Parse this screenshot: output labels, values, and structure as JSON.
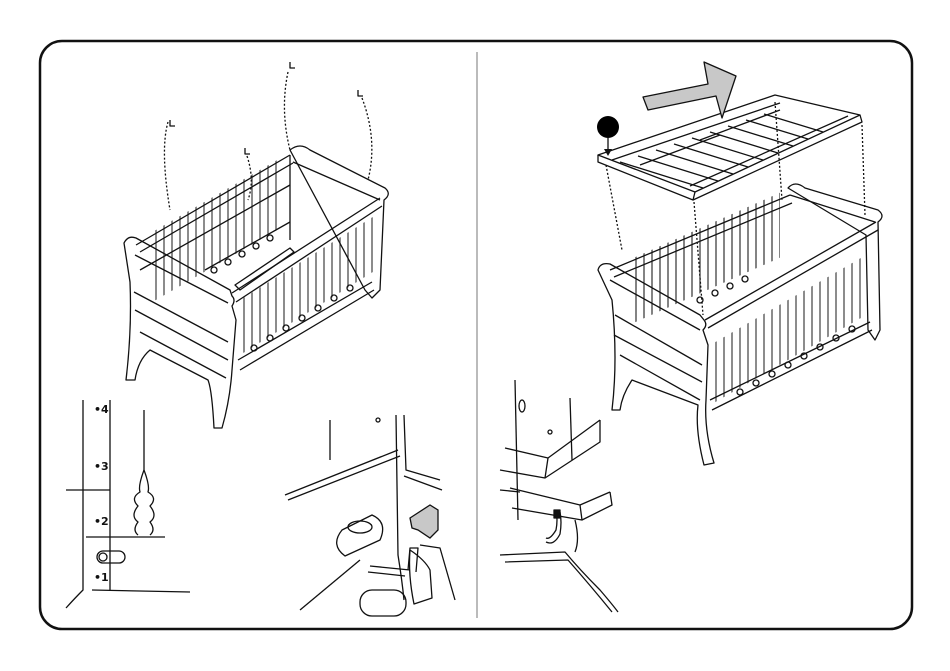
{
  "panels": {
    "left": {
      "height_scale": {
        "marks": [
          {
            "bullet": "•",
            "num": "4"
          },
          {
            "bullet": "•",
            "num": "3"
          },
          {
            "bullet": "•",
            "num": "2"
          },
          {
            "bullet": "•",
            "num": "1"
          }
        ]
      }
    }
  },
  "colors": {
    "line": "#111111",
    "arrow_fill": "#c8c8c8",
    "marker": "#000000",
    "background": "#ffffff"
  },
  "icons": {
    "push_arrow": "arrow-right-icon",
    "lower_arrow": "arrow-down-icon",
    "step_marker": "filled-circle-icon"
  }
}
